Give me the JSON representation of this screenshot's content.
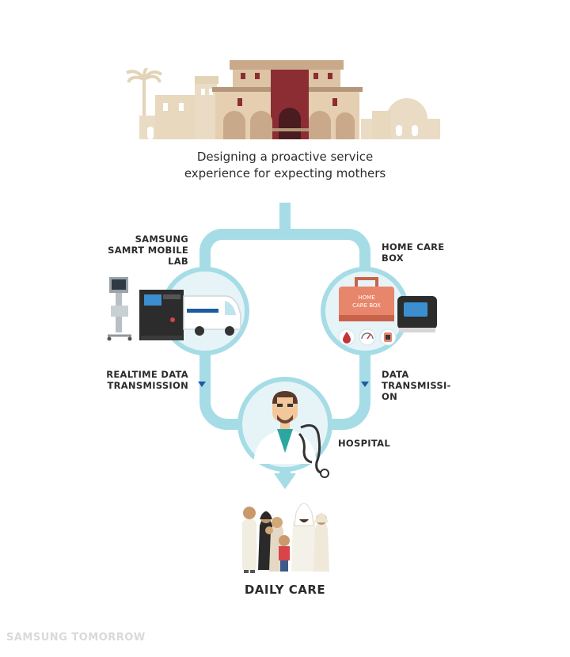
{
  "title": {
    "line1": "Designing a proactive service",
    "line2": "experience for expecting mothers"
  },
  "nodes": {
    "mobile_lab": {
      "line1": "SAMSUNG",
      "line2": "SAMRT MOBILE",
      "line3": "LAB"
    },
    "home_care_box": {
      "line1": "HOME CARE",
      "line2": "BOX",
      "box_text_1": "HOME",
      "box_text_2": "CARE BOX"
    },
    "hospital": {
      "label": "HOSPITAL"
    }
  },
  "edges": {
    "realtime": {
      "line1": "REALTIME DATA",
      "line2": "TRANSMISSION"
    },
    "data_transmission": {
      "line1": "DATA",
      "line2": "TRANSMISSI-",
      "line3": "ON"
    }
  },
  "output": {
    "label": "DAILY CARE"
  },
  "watermark": "SAMSUNG TOMORROW",
  "colors": {
    "flow_line": "#a6dce6",
    "circle_fill": "#e6f4f7",
    "arrow_marker": "#1e5aa0",
    "building": "#eadcc4",
    "palace_red": "#8c2d34",
    "text": "#2b2b2b"
  }
}
